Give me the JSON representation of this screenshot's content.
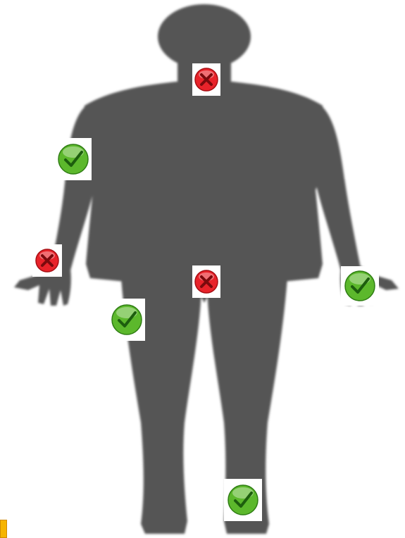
{
  "figure": {
    "icon": "human-body-silhouette",
    "fill_color": "#545454"
  },
  "markers": [
    {
      "id": "neck",
      "status": "cross"
    },
    {
      "id": "right-upper-arm",
      "status": "check"
    },
    {
      "id": "right-wrist",
      "status": "cross"
    },
    {
      "id": "groin",
      "status": "cross"
    },
    {
      "id": "left-wrist",
      "status": "check"
    },
    {
      "id": "right-thigh",
      "status": "check"
    },
    {
      "id": "left-ankle",
      "status": "check"
    }
  ],
  "status_icons": {
    "check": {
      "icon": "check-icon",
      "fill": "#5cb82c",
      "stroke": "#2f7d14",
      "mark": "#1d5e0e"
    },
    "cross": {
      "icon": "cross-icon",
      "fill": "#e8232a",
      "stroke": "#a80f14",
      "mark": "#7a0a0d"
    }
  },
  "corner_swatch": {
    "icon": "orange-square",
    "color": "#f6b400"
  }
}
